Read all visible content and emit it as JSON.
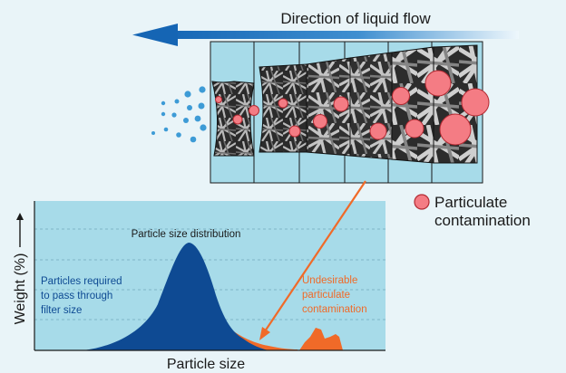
{
  "flow_label": "Direction of liquid flow",
  "legend": {
    "line1": "Particulate",
    "line2": "contamination"
  },
  "chart": {
    "title": "Particle size distribution",
    "xlabel": "Particle size",
    "ylabel": "Weight (%)",
    "left_note": [
      "Particles required",
      "to pass through",
      "filter size"
    ],
    "right_note": [
      "Undesirable",
      "particulate",
      "contamination"
    ]
  },
  "colors": {
    "background": "#e9f4f8",
    "chart_panel": "#a7dbe9",
    "flow_arrow": "#1565b4",
    "distribution_fill": "#0e4a93",
    "contamination_fill": "#f06a28",
    "particle": "#f47c84",
    "droplet": "#3d9bd6",
    "text": "#1a1a1a",
    "left_note_text": "#0e4a93",
    "right_note_text": "#f06a28"
  },
  "icons": {
    "particle": "red-circle",
    "flow": "arrow-left",
    "droplet": "blue-dot"
  }
}
